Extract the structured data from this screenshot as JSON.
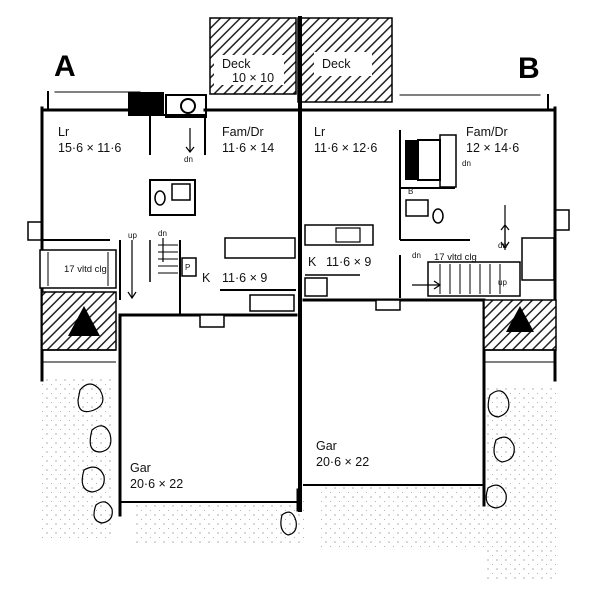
{
  "units": {
    "a": {
      "letter": "A",
      "deck": {
        "name": "Deck",
        "size": "10 × 10"
      },
      "living": {
        "name": "Lr",
        "size": "15·6 × 11·6"
      },
      "family": {
        "name": "Fam/Dr",
        "size": "11·6 × 14"
      },
      "kitchen": {
        "name": "K",
        "size": "11·6 × 9"
      },
      "garage": {
        "name": "Gar",
        "size": "20·6 × 22"
      },
      "vaulted": "17 vltd clg",
      "up": "up",
      "dn_stair": "dn",
      "dn_fam": "dn",
      "pantry": "P"
    },
    "b": {
      "letter": "B",
      "deck": {
        "name": "Deck"
      },
      "living": {
        "name": "Lr",
        "size": "11·6 × 12·6"
      },
      "family": {
        "name": "Fam/Dr",
        "size": "12 × 14·6"
      },
      "kitchen": {
        "name": "K",
        "size": "11·6 × 9"
      },
      "garage": {
        "name": "Gar",
        "size": "20·6 × 22"
      },
      "vaulted": "17 vltd clg",
      "up": "up",
      "dn_stair": "dn",
      "dn_fam": "dn",
      "dn_hall": "dn",
      "bath_mark": "B"
    }
  }
}
